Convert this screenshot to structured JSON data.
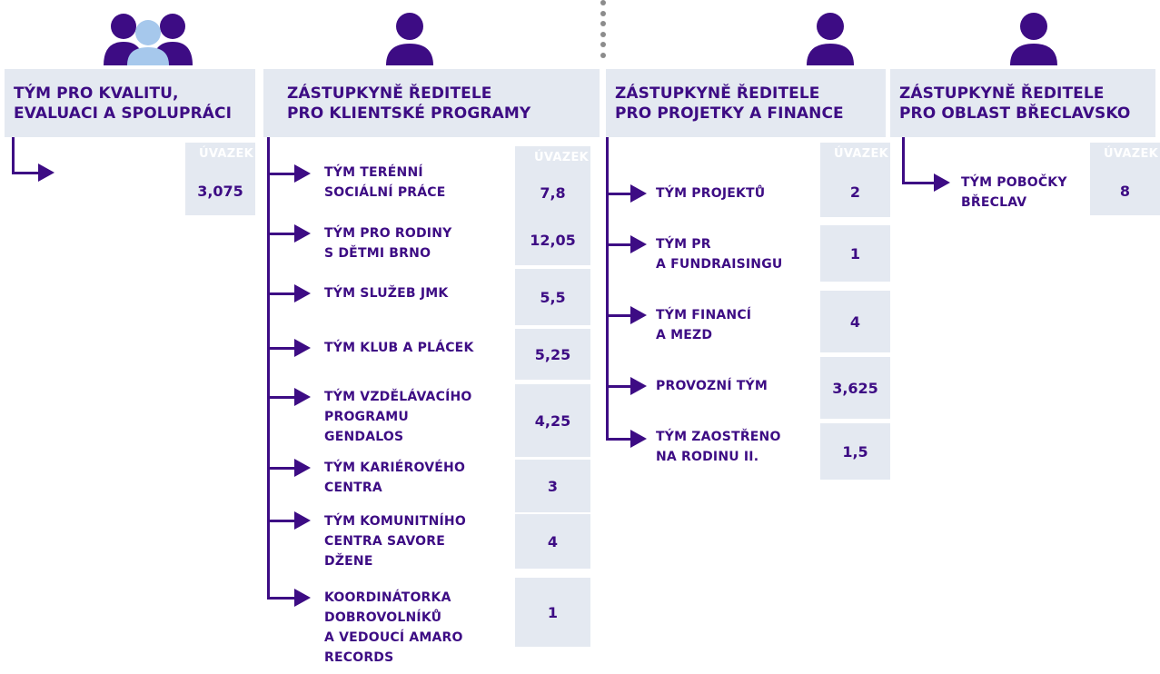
{
  "unit_label": "ÚVAZEK",
  "columns": [
    {
      "header": [
        "TÝM PRO KVALITU,",
        "EVALUACI A SPOLUPRÁCI"
      ],
      "icon": "group-icon",
      "value": "3,075"
    },
    {
      "header": [
        "ZÁSTUPKYNĚ ŘEDITELE",
        "PRO KLIENTSKÉ PROGRAMY"
      ],
      "icon": "person-icon",
      "teams": [
        {
          "label": [
            "TÝM TERÉNNÍ",
            "SOCIÁLNÍ PRÁCE"
          ],
          "value": "7,8"
        },
        {
          "label": [
            "TÝM PRO RODINY",
            "S DĚTMI BRNO"
          ],
          "value": "12,05"
        },
        {
          "label": [
            "TÝM SLUŽEB JMK"
          ],
          "value": "5,5"
        },
        {
          "label": [
            "TÝM KLUB A PLÁCEK"
          ],
          "value": "5,25"
        },
        {
          "label": [
            "TÝM VZDĚLÁVACÍHO",
            "PROGRAMU",
            "GENDALOS"
          ],
          "value": "4,25"
        },
        {
          "label": [
            "TÝM KARIÉROVÉHO",
            "CENTRA"
          ],
          "value": "3"
        },
        {
          "label": [
            "TÝM KOMUNITNÍHO",
            "CENTRA SAVORE",
            "DŽENE"
          ],
          "value": "4"
        },
        {
          "label": [
            "KOORDINÁTORKA",
            "DOBROVOLNÍKŮ",
            "A VEDOUCÍ AMARO",
            "RECORDS"
          ],
          "value": "1"
        }
      ]
    },
    {
      "header": [
        "ZÁSTUPKYNĚ ŘEDITELE",
        "PRO PROJETKY A FINANCE"
      ],
      "icon": "person-icon",
      "teams": [
        {
          "label": [
            "TÝM PROJEKTŮ"
          ],
          "value": "2"
        },
        {
          "label": [
            "TÝM PR",
            "A FUNDRAISINGU"
          ],
          "value": "1"
        },
        {
          "label": [
            "TÝM FINANCÍ",
            "A MEZD"
          ],
          "value": "4"
        },
        {
          "label": [
            "PROVOZNÍ TÝM"
          ],
          "value": "3,625"
        },
        {
          "label": [
            "TÝM ZAOSTŘENO",
            "NA RODINU II."
          ],
          "value": "1,5"
        }
      ]
    },
    {
      "header": [
        "ZÁSTUPKYNĚ ŘEDITELE",
        "PRO OBLAST BŘECLAVSKO"
      ],
      "icon": "person-icon",
      "teams": [
        {
          "label": [
            "TÝM POBOČKY",
            "BŘECLAV"
          ],
          "value": "8"
        }
      ]
    }
  ],
  "colors": {
    "primary": "#3d0c84",
    "box": "#e4e9f1",
    "group_front": "#a6c8ec",
    "separator": "#8c8c8c"
  }
}
